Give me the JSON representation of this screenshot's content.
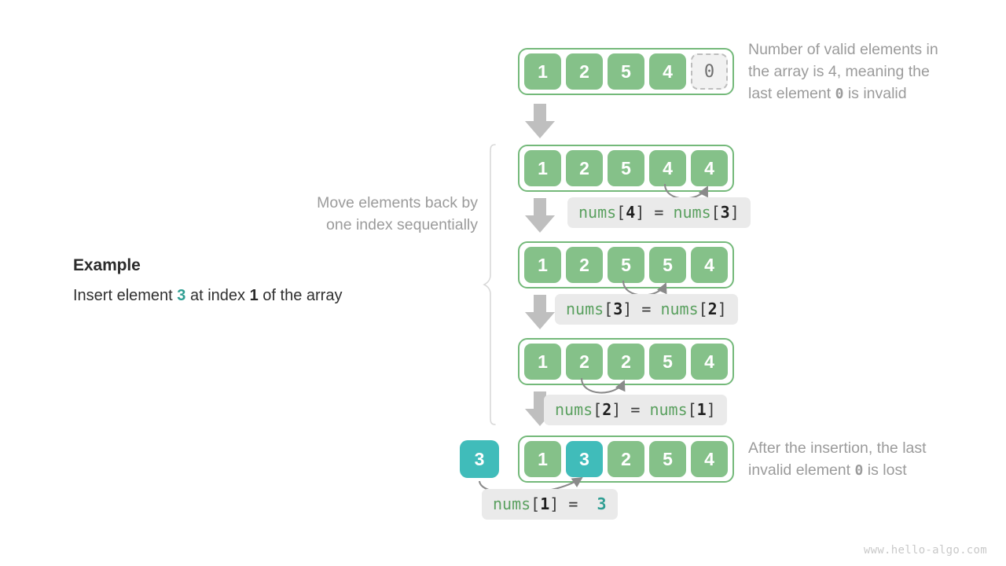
{
  "page": {
    "watermark": "www.hello-algo.com"
  },
  "example": {
    "title": "Example",
    "desc_prefix": "Insert element ",
    "desc_value": "3",
    "desc_middle": " at index ",
    "desc_index": "1",
    "desc_suffix": " of the array"
  },
  "captions": {
    "top_line1": "Number of valid elements in",
    "top_line2": "the array is 4, meaning the",
    "top_line3_pre": "last element ",
    "top_line3_mono": "0",
    "top_line3_post": " is invalid",
    "move_line1": "Move elements back by",
    "move_line2": "one index sequentially",
    "bottom_line1": "After the insertion, the last",
    "bottom_line2_pre": "invalid element ",
    "bottom_line2_mono": "0",
    "bottom_line2_post": " is lost"
  },
  "colors": {
    "cell_green": "#85c189",
    "cell_teal": "#40bcba",
    "container_border": "#74b97a",
    "invalid_bg": "#f1f1f1",
    "invalid_border": "#bdbdbd",
    "arrow_gray": "#bfbfbf",
    "curve_gray": "#8a8a8a",
    "code_bg": "#eaeaea",
    "code_green": "#5aa05f",
    "accent_teal": "#2f9e93",
    "caption_gray": "#9b9b9b"
  },
  "standalone_cell": {
    "value": "3"
  },
  "rows": [
    {
      "id": "row-0",
      "cells": [
        {
          "value": "1",
          "state": "normal"
        },
        {
          "value": "2",
          "state": "normal"
        },
        {
          "value": "5",
          "state": "normal"
        },
        {
          "value": "4",
          "state": "normal"
        },
        {
          "value": "0",
          "state": "invalid"
        }
      ]
    },
    {
      "id": "row-1",
      "cells": [
        {
          "value": "1",
          "state": "normal"
        },
        {
          "value": "2",
          "state": "normal"
        },
        {
          "value": "5",
          "state": "normal"
        },
        {
          "value": "4",
          "state": "normal"
        },
        {
          "value": "4",
          "state": "normal"
        }
      ]
    },
    {
      "id": "row-2",
      "cells": [
        {
          "value": "1",
          "state": "normal"
        },
        {
          "value": "2",
          "state": "normal"
        },
        {
          "value": "5",
          "state": "normal"
        },
        {
          "value": "5",
          "state": "normal"
        },
        {
          "value": "4",
          "state": "normal"
        }
      ]
    },
    {
      "id": "row-3",
      "cells": [
        {
          "value": "1",
          "state": "normal"
        },
        {
          "value": "2",
          "state": "normal"
        },
        {
          "value": "2",
          "state": "normal"
        },
        {
          "value": "5",
          "state": "normal"
        },
        {
          "value": "4",
          "state": "normal"
        }
      ]
    },
    {
      "id": "row-4",
      "cells": [
        {
          "value": "1",
          "state": "normal"
        },
        {
          "value": "3",
          "state": "highlight"
        },
        {
          "value": "2",
          "state": "normal"
        },
        {
          "value": "5",
          "state": "normal"
        },
        {
          "value": "4",
          "state": "normal"
        }
      ]
    }
  ],
  "code_labels": [
    {
      "id": "code-0",
      "lhs_name": "nums",
      "lhs_open": "[",
      "lhs_index": "4",
      "lhs_close": "]",
      "eq": "=",
      "rhs_name": "nums",
      "rhs_open": "[",
      "rhs_index": "3",
      "rhs_close": "]",
      "rhs_is_value": false
    },
    {
      "id": "code-1",
      "lhs_name": "nums",
      "lhs_open": "[",
      "lhs_index": "3",
      "lhs_close": "]",
      "eq": "=",
      "rhs_name": "nums",
      "rhs_open": "[",
      "rhs_index": "2",
      "rhs_close": "]",
      "rhs_is_value": false
    },
    {
      "id": "code-2",
      "lhs_name": "nums",
      "lhs_open": "[",
      "lhs_index": "2",
      "lhs_close": "]",
      "eq": "=",
      "rhs_name": "nums",
      "rhs_open": "[",
      "rhs_index": "1",
      "rhs_close": "]",
      "rhs_is_value": false
    },
    {
      "id": "code-3",
      "lhs_name": "nums",
      "lhs_open": "[",
      "lhs_index": "1",
      "lhs_close": "]",
      "eq": "=",
      "rhs_value": "3",
      "rhs_is_value": true
    }
  ]
}
